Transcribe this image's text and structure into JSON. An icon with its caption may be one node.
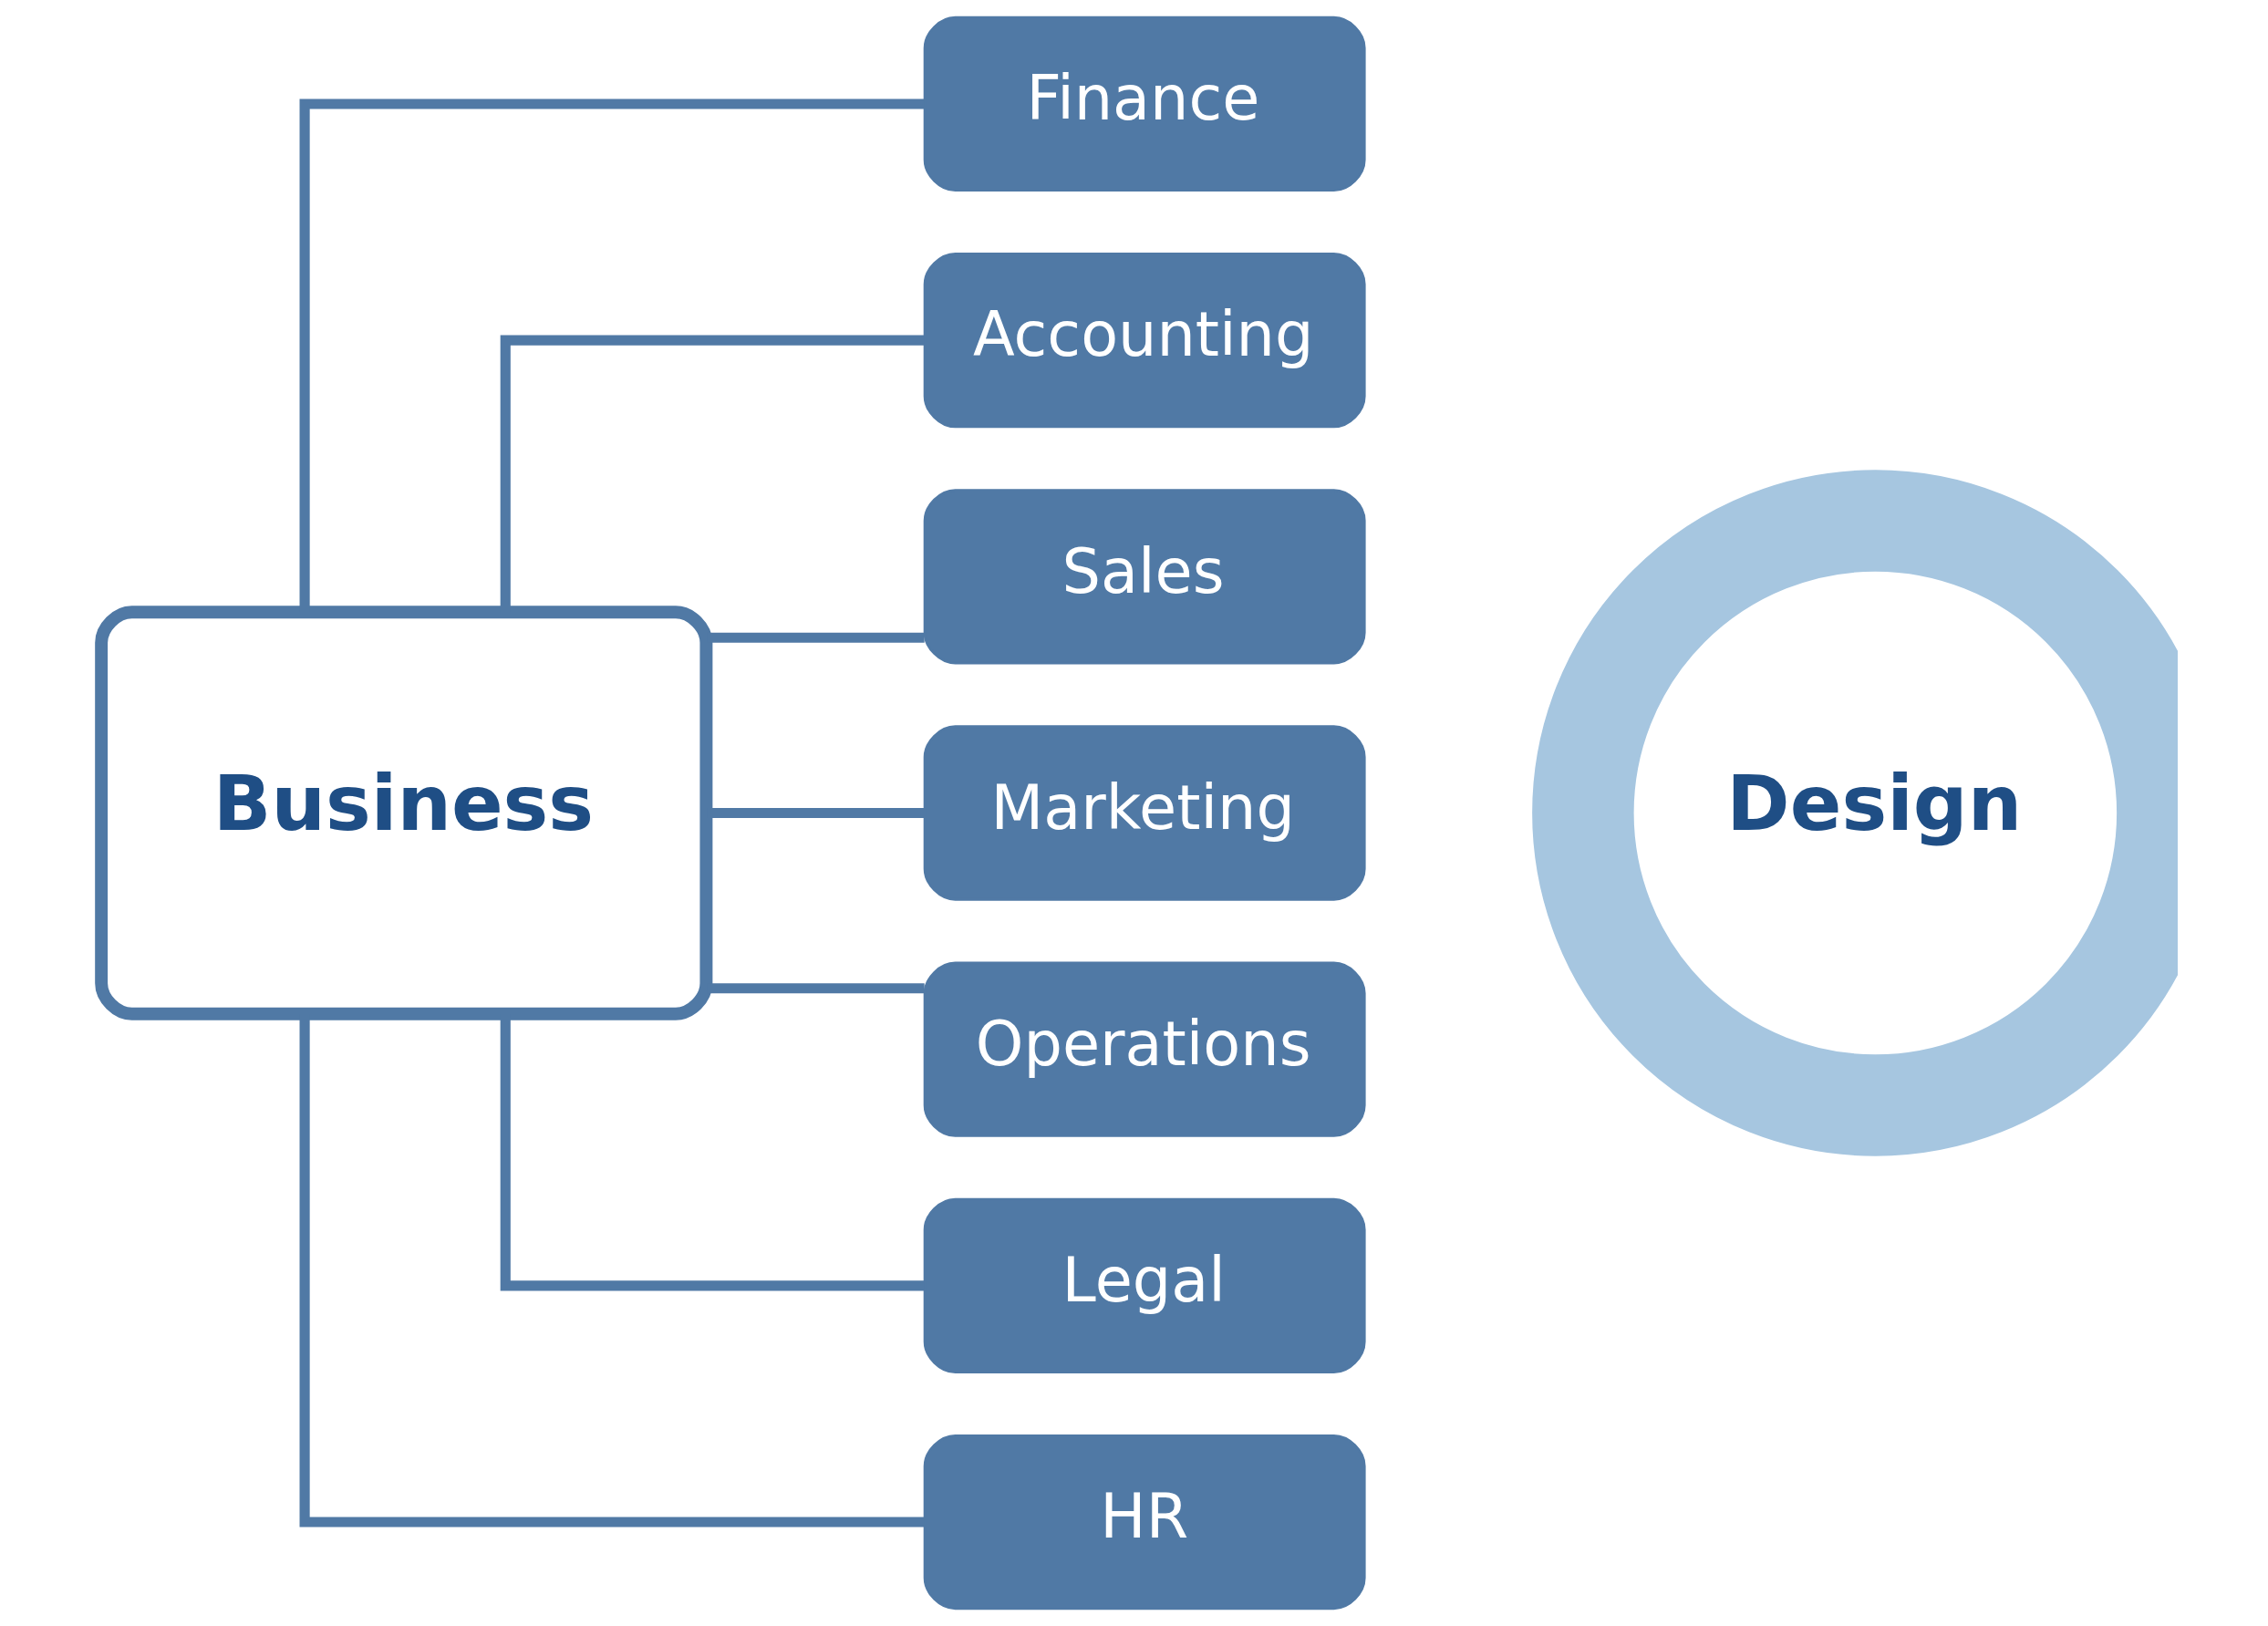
{
  "diagram": {
    "nodes": [
      {
        "text": [
          "Business"
        ]
      },
      {
        "text": [
          "Finance"
        ]
      },
      {
        "text": [
          "Accounting"
        ]
      },
      {
        "text": [
          "Sales"
        ]
      },
      {
        "text": [
          "Marketing"
        ]
      },
      {
        "text": [
          "Operations"
        ]
      },
      {
        "text": [
          "Legal"
        ]
      },
      {
        "text": [
          "HR"
        ]
      },
      {
        "text": [
          "Design"
        ]
      }
    ],
    "edges": [
      {
        "from": 0,
        "to": 1,
        "arrow": "none"
      },
      {
        "from": 0,
        "to": 2,
        "arrow": "none"
      },
      {
        "from": 0,
        "to": 3,
        "arrow": "none"
      },
      {
        "from": 0,
        "to": 4,
        "arrow": "none"
      },
      {
        "from": 0,
        "to": 5,
        "arrow": "none"
      },
      {
        "from": 0,
        "to": 6,
        "arrow": "none"
      },
      {
        "from": 0,
        "to": 7,
        "arrow": "none"
      }
    ]
  }
}
